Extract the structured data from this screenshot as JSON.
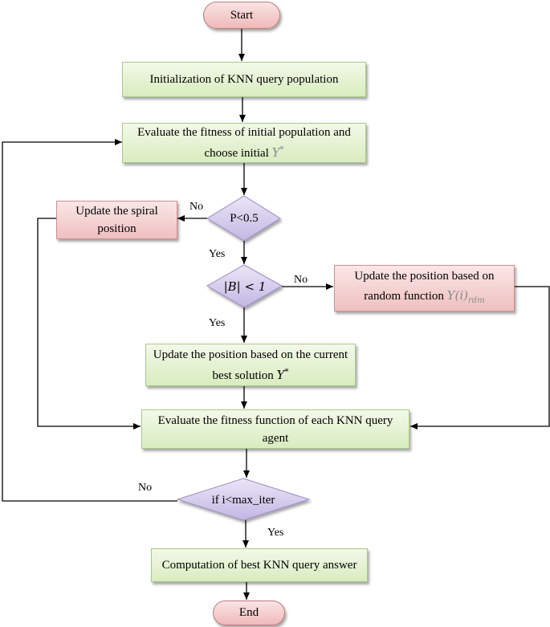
{
  "nodes": {
    "start": "Start",
    "init": "Initialization of KNN query population",
    "evaluate_initial": "Evaluate the fitness of initial population and choose initial",
    "evaluate_initial_symbol": "Y",
    "decision_p": "P<0.5",
    "update_spiral": "Update the spiral position",
    "decision_b": "|B| < 1",
    "update_random": "Update the position based on random function",
    "update_random_symbol": "Y(i)",
    "update_random_sub": "rdm",
    "update_best": "Update the position based on the current best solution",
    "update_best_symbol": "Y",
    "evaluate_agent": "Evaluate the fitness function of each KNN query agent",
    "decision_iter": "if i<max_iter",
    "compute_best": "Computation of best KNN query answer",
    "end": "End"
  },
  "edge_labels": {
    "p_no": "No",
    "p_yes": "Yes",
    "b_no": "No",
    "b_yes": "Yes",
    "iter_no": "No",
    "iter_yes": "Yes"
  },
  "colors": {
    "process_fill": "#d9ecbf",
    "update_fill": "#efc0c0",
    "terminal_fill": "#f0b9b9",
    "decision_fill": "#c9bfe6"
  }
}
